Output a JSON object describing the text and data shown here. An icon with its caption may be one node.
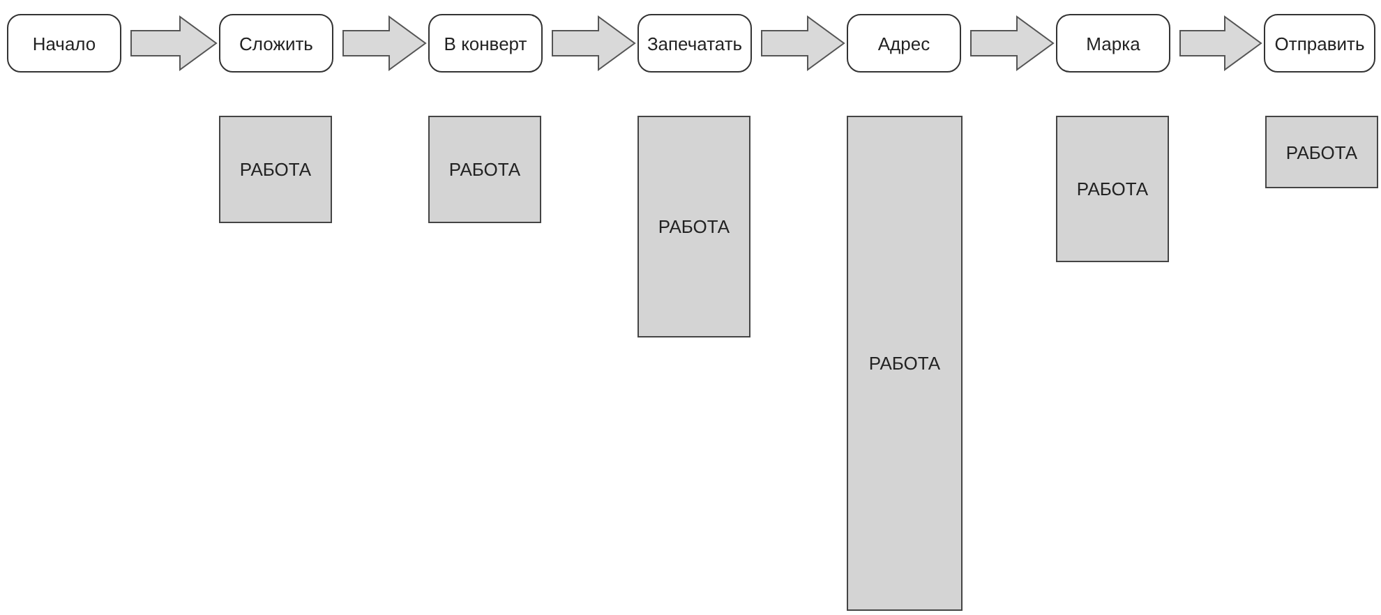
{
  "diagram": {
    "nodes": [
      {
        "text": [
          "Начало"
        ]
      },
      {
        "text": [
          "Сложить"
        ]
      },
      {
        "text": [
          "В конверт"
        ]
      },
      {
        "text": [
          "Запечатать"
        ]
      },
      {
        "text": [
          "Адрес"
        ]
      },
      {
        "text": [
          "Марка"
        ]
      },
      {
        "text": [
          "Отправить"
        ]
      },
      {
        "text": [
          "РАБОТА"
        ]
      },
      {
        "text": [
          "РАБОТА"
        ]
      },
      {
        "text": [
          "РАБОТА"
        ]
      },
      {
        "text": [
          "РАБОТА"
        ]
      },
      {
        "text": [
          "РАБОТА"
        ]
      },
      {
        "text": [
          "РАБОТА"
        ]
      }
    ],
    "edges": [
      {
        "from": 0,
        "to": 1,
        "arrow": "to"
      },
      {
        "from": 1,
        "to": 2,
        "arrow": "to"
      },
      {
        "from": 2,
        "to": 3,
        "arrow": "to"
      },
      {
        "from": 3,
        "to": 4,
        "arrow": "to"
      },
      {
        "from": 4,
        "to": 5,
        "arrow": "to"
      },
      {
        "from": 5,
        "to": 6,
        "arrow": "to"
      }
    ]
  }
}
